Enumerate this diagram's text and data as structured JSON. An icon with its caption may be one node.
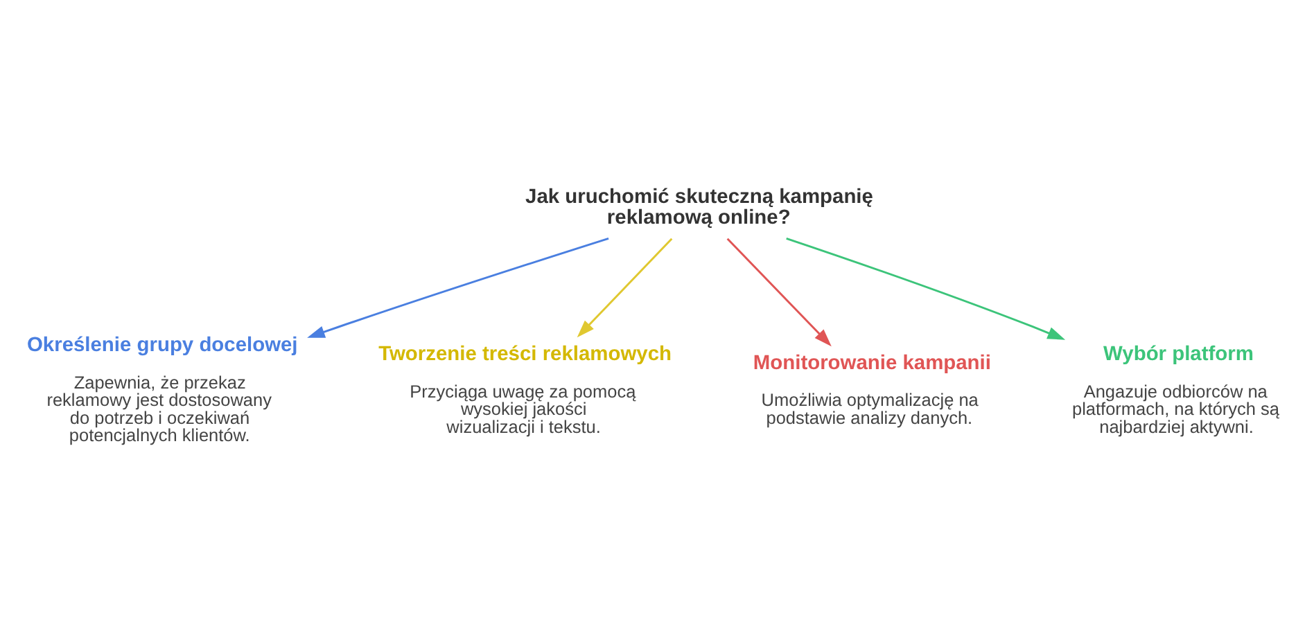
{
  "diagram": {
    "nodes": [
      {
        "text": [
          "Jak uruchomić skuteczną kampanię reklamową online?"
        ]
      },
      {
        "text": [
          "Określenie grupy docelowej",
          "Zapewnia, że przekaz reklamowy jest dostosowany do potrzeb i oczekiwań potencjalnych klientów."
        ]
      },
      {
        "text": [
          "Wybór platform",
          "Angazuje odbiorców na platformach, na których są najbardziej aktywni."
        ]
      },
      {
        "text": [
          "Tworzenie treści reklamowych",
          "Przyciąga uwagę za pomocą wysokiej jakości wizualizacji i tekstu."
        ]
      },
      {
        "text": [
          "Monitorowanie kampanii",
          "Umożliwia optymalizację na podstawie analizy danych."
        ]
      }
    ],
    "edges": [
      {
        "from": 0,
        "to": 1,
        "arrow": "to",
        "color": "#4a7fe0"
      },
      {
        "from": 0,
        "to": 3,
        "arrow": "to",
        "color": "#e0c830"
      },
      {
        "from": 0,
        "to": 4,
        "arrow": "to",
        "color": "#e05555"
      },
      {
        "from": 0,
        "to": 2,
        "arrow": "to",
        "color": "#3cc47a"
      }
    ]
  }
}
